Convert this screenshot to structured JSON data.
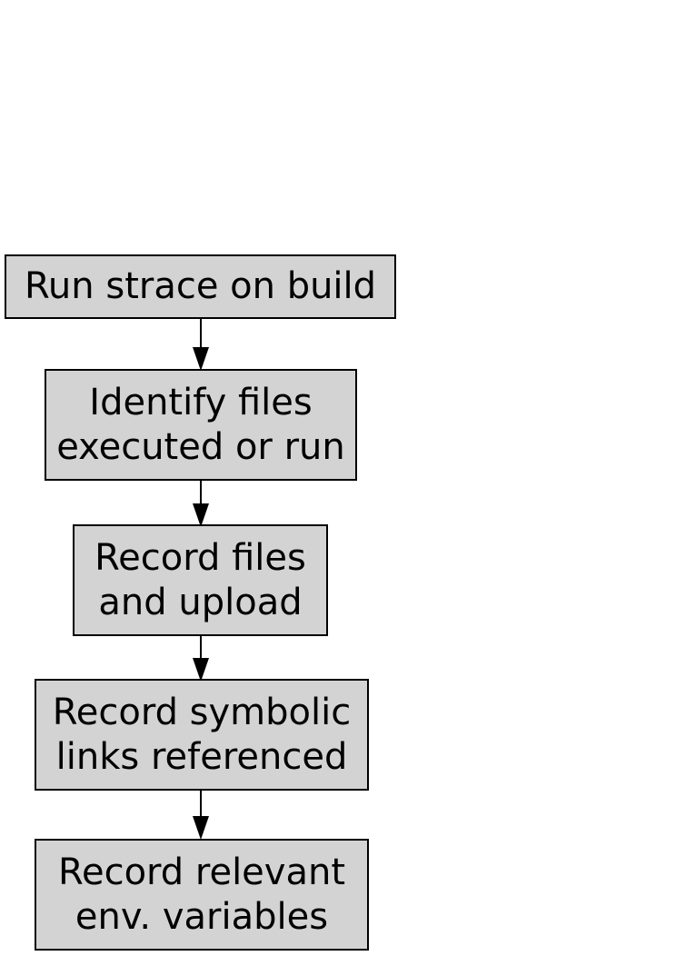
{
  "flowchart": {
    "steps": [
      {
        "lines": [
          "Run strace on build"
        ]
      },
      {
        "lines": [
          "Identify files",
          "executed or run"
        ]
      },
      {
        "lines": [
          "Record files",
          "and upload"
        ]
      },
      {
        "lines": [
          "Record symbolic",
          "links referenced"
        ]
      },
      {
        "lines": [
          "Record relevant",
          "env. variables"
        ]
      }
    ],
    "colors": {
      "box_fill": "#d3d3d3",
      "box_border": "#000000",
      "arrow": "#000000",
      "background": "#ffffff"
    }
  }
}
